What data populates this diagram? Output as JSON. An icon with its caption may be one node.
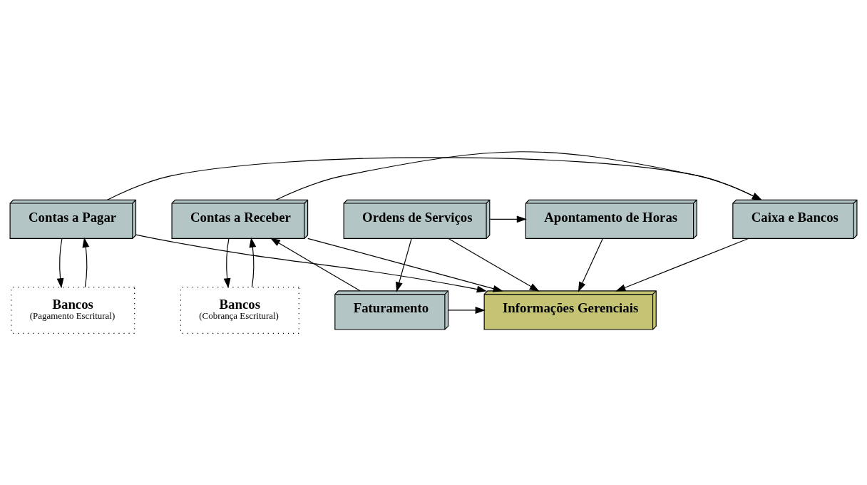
{
  "diagram": {
    "nodes": [
      {
        "text": [
          "Contas a Pagar"
        ]
      },
      {
        "text": [
          "Caixa e Bancos"
        ]
      },
      {
        "text": [
          "Contas a Receber"
        ]
      },
      {
        "text": [
          "Bancos",
          "(Pagamento Escritural)"
        ]
      },
      {
        "text": [
          "Informações Gerenciais"
        ]
      },
      {
        "text": [
          "Faturamento"
        ]
      },
      {
        "text": [
          "Bancos",
          "(Cobrança Escritural)"
        ]
      },
      {
        "text": [
          "Ordens de Serviços"
        ]
      },
      {
        "text": [
          "Apontamento de Horas"
        ]
      }
    ],
    "edges": [
      {
        "from": 0,
        "to": 1,
        "arrow": "to"
      },
      {
        "from": 2,
        "to": 1,
        "arrow": "to"
      },
      {
        "from": 0,
        "to": 3,
        "arrow": "to"
      },
      {
        "from": 3,
        "to": 0,
        "arrow": "to"
      },
      {
        "from": 0,
        "to": 4,
        "arrow": "to"
      },
      {
        "from": 1,
        "to": 4,
        "arrow": "to"
      },
      {
        "from": 2,
        "to": 4,
        "arrow": "to"
      },
      {
        "from": 2,
        "to": 6,
        "arrow": "to"
      },
      {
        "from": 6,
        "to": 2,
        "arrow": "to"
      },
      {
        "from": 5,
        "to": 2,
        "arrow": "to"
      },
      {
        "from": 5,
        "to": 4,
        "arrow": "to"
      },
      {
        "from": 7,
        "to": 5,
        "arrow": "to"
      },
      {
        "from": 7,
        "to": 4,
        "arrow": "to"
      },
      {
        "from": 7,
        "to": 8,
        "arrow": "to"
      },
      {
        "from": 8,
        "to": 4,
        "arrow": "to"
      }
    ]
  }
}
